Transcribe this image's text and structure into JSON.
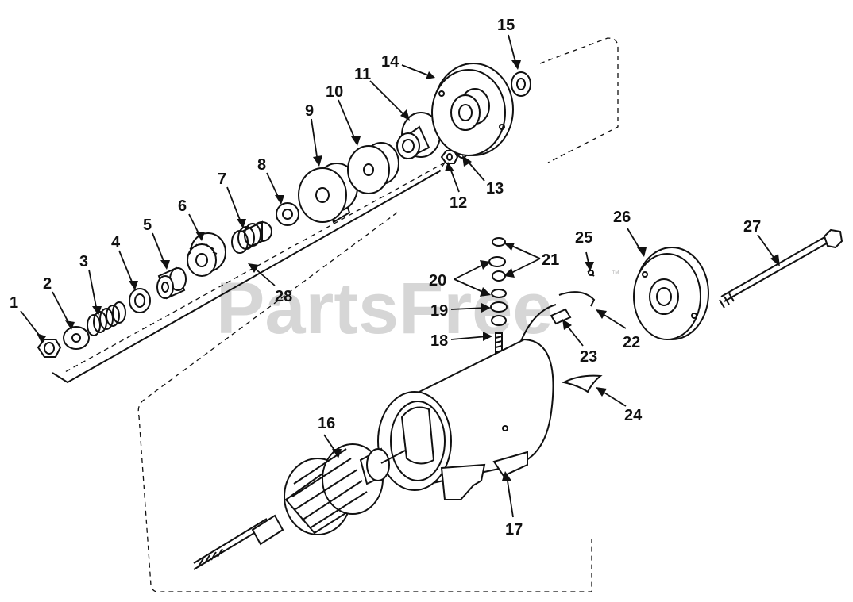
{
  "diagram": {
    "watermark": "PartsFree",
    "watermark_tm": "™",
    "callouts": {
      "c1": "1",
      "c2": "2",
      "c3": "3",
      "c4": "4",
      "c5": "5",
      "c6": "6",
      "c7": "7",
      "c8": "8",
      "c9": "9",
      "c10": "10",
      "c11": "11",
      "c12": "12",
      "c13": "13",
      "c14": "14",
      "c15": "15",
      "c16": "16",
      "c17": "17",
      "c18": "18",
      "c19": "19",
      "c20": "20",
      "c21": "21",
      "c22": "22",
      "c23": "23",
      "c24": "24",
      "c25": "25",
      "c26": "26",
      "c27": "27",
      "c28": "28"
    },
    "colors": {
      "ink": "#111111",
      "watermark": "#c9c9c9",
      "background": "#ffffff"
    }
  }
}
